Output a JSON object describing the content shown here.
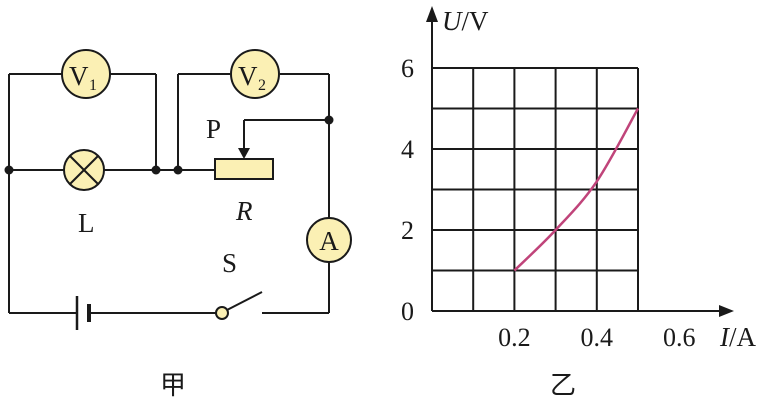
{
  "circuit": {
    "caption": "甲",
    "meter_v1": {
      "letter": "V",
      "sub": "1"
    },
    "meter_v2": {
      "letter": "V",
      "sub": "2"
    },
    "meter_a": "A",
    "lamp_label": "L",
    "slider_label": "P",
    "rheostat_label": "R",
    "switch_label": "S"
  },
  "graph": {
    "caption": "乙",
    "y_axis_label": {
      "letter": "U",
      "unit": "/V"
    },
    "x_axis_label": {
      "letter": "I",
      "unit": "/A"
    },
    "colors": {
      "curve": "#c0447a",
      "component_fill": "#fbf0b4"
    }
  },
  "chart_data": {
    "type": "line",
    "x_ticks": [
      "0.2",
      "0.4",
      "0.6"
    ],
    "y_ticks": [
      "0",
      "2",
      "4",
      "6"
    ],
    "xlim": [
      0,
      0.7
    ],
    "ylim": [
      0,
      6
    ],
    "grid": true,
    "grid_step": {
      "x": 0.1,
      "y": 1
    },
    "series": [
      {
        "x": [
          0.2,
          0.3,
          0.4,
          0.5
        ],
        "y": [
          1,
          2,
          3.2,
          5
        ]
      }
    ]
  }
}
